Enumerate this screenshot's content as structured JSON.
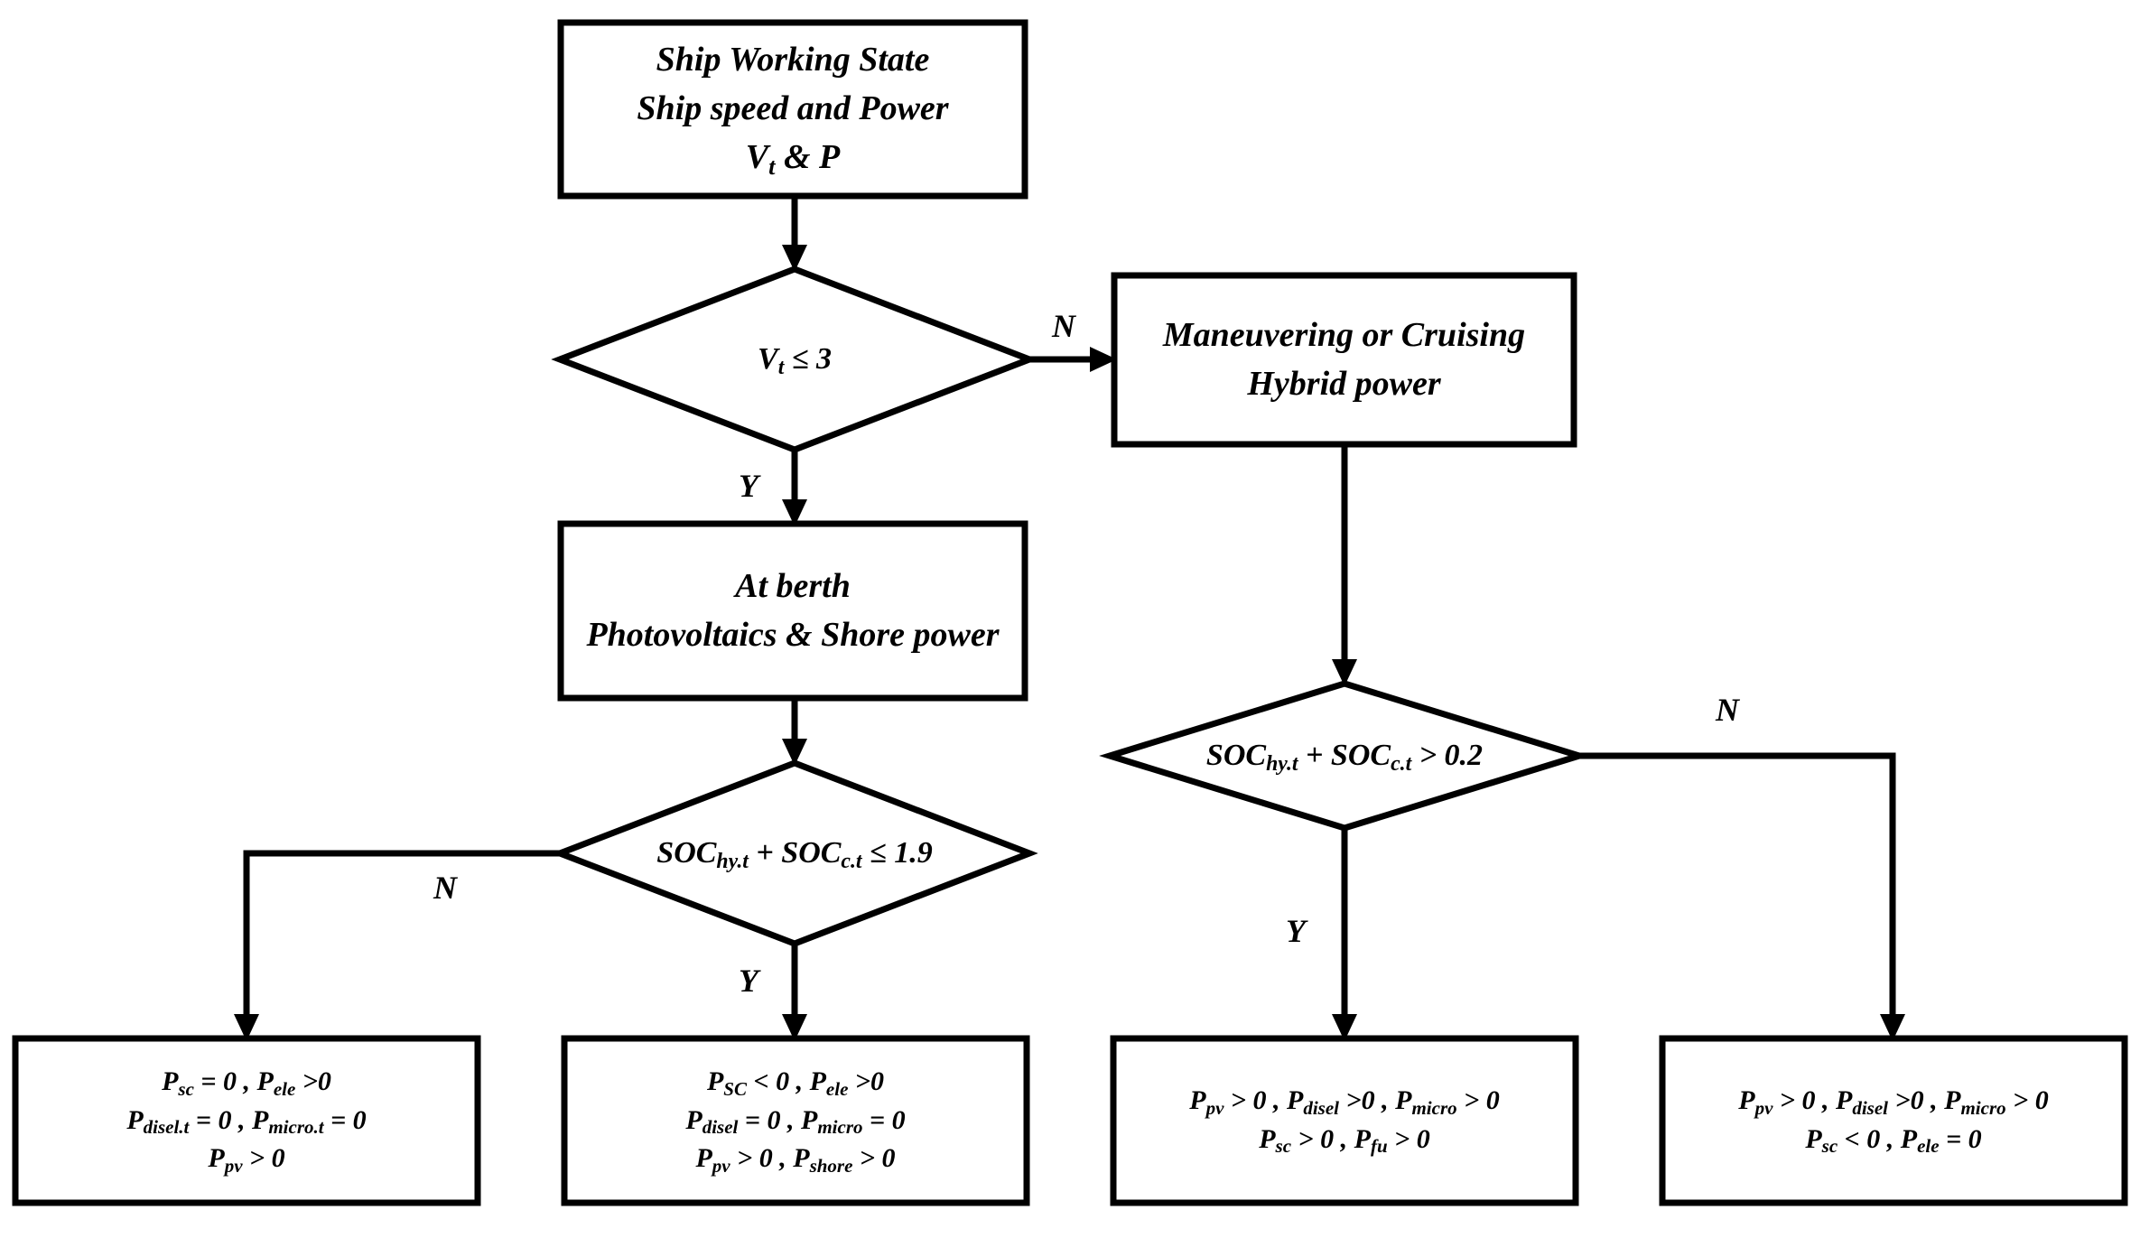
{
  "diagram": {
    "title": "Ship energy management flowchart",
    "stroke_color": "#000000",
    "fill_color": "#ffffff",
    "nodes": {
      "start": {
        "type": "process",
        "lines": [
          {
            "text": "Ship Working State"
          },
          {
            "text": "Ship speed and Power"
          },
          {
            "pre": "V",
            "sub": "t",
            "post": " & P"
          }
        ]
      },
      "decision_speed": {
        "type": "decision",
        "lines": [
          {
            "pre": "V",
            "sub": "t",
            "post": " ≤ 3"
          }
        ]
      },
      "maneuvering": {
        "type": "process",
        "lines": [
          {
            "text": "Maneuvering or Cruising"
          },
          {
            "text": "Hybrid power"
          }
        ]
      },
      "at_berth": {
        "type": "process",
        "lines": [
          {
            "text": "At berth"
          },
          {
            "text": "Photovoltaics & Shore power"
          }
        ]
      },
      "decision_soc_berth": {
        "type": "decision",
        "lines": [
          {
            "pre": "SOC",
            "sub": "hy.t",
            "post": " + ",
            "pre2": "SOC",
            "sub2": "c.t",
            "post2": " ≤ 1.9"
          }
        ]
      },
      "decision_soc_sail": {
        "type": "decision",
        "lines": [
          {
            "pre": "SOC",
            "sub": "hy.t",
            "post": " + ",
            "pre2": "SOC",
            "sub2": "c.t",
            "post2": " > 0.2"
          }
        ]
      },
      "result_berth_n": {
        "type": "result",
        "lines": [
          {
            "p1": "P",
            "s1": "sc",
            "r1": " = 0 , ",
            "p2": "P",
            "s2": "ele",
            "r2": " >0"
          },
          {
            "p1": "P",
            "s1": "disel.t",
            "r1": " = 0 , ",
            "p2": "P",
            "s2": "micro.t",
            "r2": " = 0"
          },
          {
            "p1": "P",
            "s1": "pv",
            "r1": " > 0"
          }
        ]
      },
      "result_berth_y": {
        "type": "result",
        "lines": [
          {
            "p1": "P",
            "s1": "SC",
            "r1": " < 0 , ",
            "p2": "P",
            "s2": "ele",
            "r2": " >0"
          },
          {
            "p1": "P",
            "s1": "disel",
            "r1": " = 0 , ",
            "p2": "P",
            "s2": "micro",
            "r2": " = 0"
          },
          {
            "p1": "P",
            "s1": "pv",
            "r1": " > 0 , ",
            "p2": "P",
            "s2": "shore",
            "r2": " > 0"
          }
        ]
      },
      "result_sail_y": {
        "type": "result",
        "lines": [
          {
            "p1": "P",
            "s1": "pv",
            "r1": " > 0 , ",
            "p2": "P",
            "s2": "disel",
            "r2": " >0 , ",
            "p3": "P",
            "s3": "micro",
            "r3": " > 0"
          },
          {
            "p1": "P",
            "s1": "sc",
            "r1": " > 0 ,  ",
            "p2": "P",
            "s2": "fu",
            "r2": " > 0"
          }
        ]
      },
      "result_sail_n": {
        "type": "result",
        "lines": [
          {
            "p1": "P",
            "s1": "pv",
            "r1": " > 0 , ",
            "p2": "P",
            "s2": "disel",
            "r2": " >0 , ",
            "p3": "P",
            "s3": "micro",
            "r3": " > 0"
          },
          {
            "p1": "P",
            "s1": "sc",
            "r1": " < 0 ,  ",
            "p2": "P",
            "s2": "ele",
            "r2": " = 0"
          }
        ]
      }
    },
    "edge_labels": {
      "speed_no": "N",
      "speed_yes": "Y",
      "berth_no": "N",
      "berth_yes": "Y",
      "sail_no": "N",
      "sail_yes": "Y"
    }
  }
}
